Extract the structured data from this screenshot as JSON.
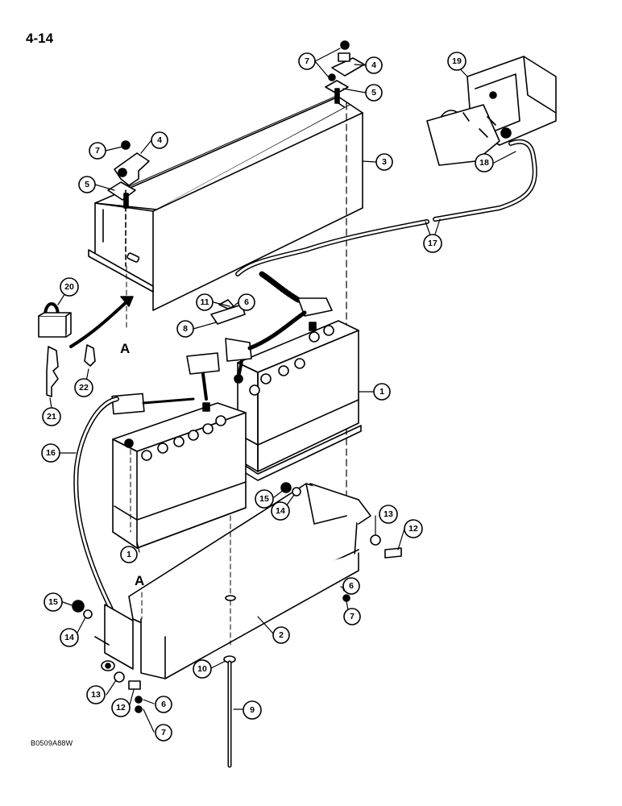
{
  "page_number": "4-14",
  "drawing_code": "B0509A88W",
  "view_label": "A",
  "callouts": [
    {
      "id": "c7a",
      "label": "7"
    },
    {
      "id": "c4a",
      "label": "4"
    },
    {
      "id": "c5a",
      "label": "5"
    },
    {
      "id": "c19",
      "label": "19"
    },
    {
      "id": "c7b",
      "label": "7"
    },
    {
      "id": "c4b",
      "label": "4"
    },
    {
      "id": "c5b",
      "label": "5"
    },
    {
      "id": "c3",
      "label": "3"
    },
    {
      "id": "c18",
      "label": "18"
    },
    {
      "id": "c17",
      "label": "17"
    },
    {
      "id": "c20",
      "label": "20"
    },
    {
      "id": "c11",
      "label": "11"
    },
    {
      "id": "c6a",
      "label": "6"
    },
    {
      "id": "c8",
      "label": "8"
    },
    {
      "id": "c1a",
      "label": "1"
    },
    {
      "id": "c22",
      "label": "22"
    },
    {
      "id": "c21",
      "label": "21"
    },
    {
      "id": "c16",
      "label": "16"
    },
    {
      "id": "c15a",
      "label": "15"
    },
    {
      "id": "c14a",
      "label": "14"
    },
    {
      "id": "c13a",
      "label": "13"
    },
    {
      "id": "c12a",
      "label": "12"
    },
    {
      "id": "c1b",
      "label": "1"
    },
    {
      "id": "c6b",
      "label": "6"
    },
    {
      "id": "c7c",
      "label": "7"
    },
    {
      "id": "c15b",
      "label": "15"
    },
    {
      "id": "c14b",
      "label": "14"
    },
    {
      "id": "c2",
      "label": "2"
    },
    {
      "id": "c10",
      "label": "10"
    },
    {
      "id": "c13b",
      "label": "13"
    },
    {
      "id": "c12b",
      "label": "12"
    },
    {
      "id": "c6c",
      "label": "6"
    },
    {
      "id": "c9",
      "label": "9"
    },
    {
      "id": "c7d",
      "label": "7"
    }
  ]
}
